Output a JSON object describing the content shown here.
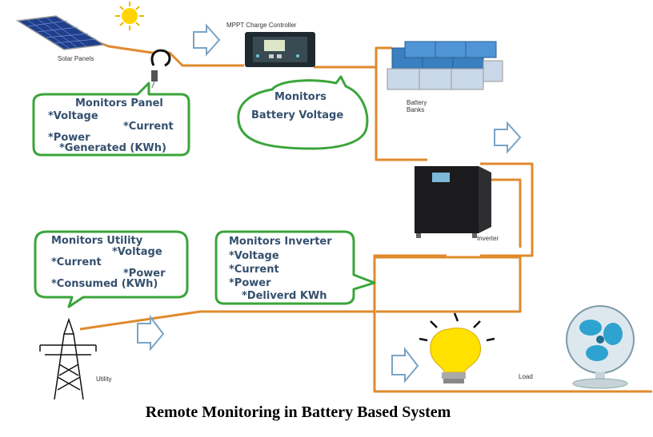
{
  "caption": "Remote Monitoring in Battery Based System",
  "components": {
    "solar_panels": "Solar Panels",
    "charge_controller": "MPPT Charge Controller",
    "battery_banks_line1": "Battery",
    "battery_banks_line2": "Banks",
    "inverter": "Inverter",
    "utility": "Utility",
    "load": "Load"
  },
  "bubbles": {
    "panel": {
      "title": "Monitors Panel",
      "voltage": "*Voltage",
      "current": "*Current",
      "power": "*Power",
      "generated": "*Generated (KWh)"
    },
    "battery": {
      "line1": "Monitors",
      "line2": "Battery Voltage"
    },
    "utility": {
      "title": "Monitors Utility",
      "voltage": "*Voltage",
      "current": "*Current",
      "power": "*Power",
      "consumed": "*Consumed  (KWh)"
    },
    "inverter": {
      "title": "Monitors Inverter",
      "voltage": "*Voltage",
      "current": "*Current",
      "power": "*Power",
      "delivered": "*Deliverd KWh"
    }
  },
  "colors": {
    "wire": "#e08a2c",
    "bubble_border": "#3aa53a",
    "bubble_text": "#35506e",
    "arrow": "#7aa3c4"
  },
  "icons": [
    "sun-icon",
    "solar-panel-icon",
    "clamp-sensor-icon",
    "charge-controller-icon",
    "battery-bank-icon",
    "inverter-icon",
    "transmission-tower-icon",
    "light-bulb-icon",
    "fan-icon",
    "flow-arrow-icon"
  ]
}
